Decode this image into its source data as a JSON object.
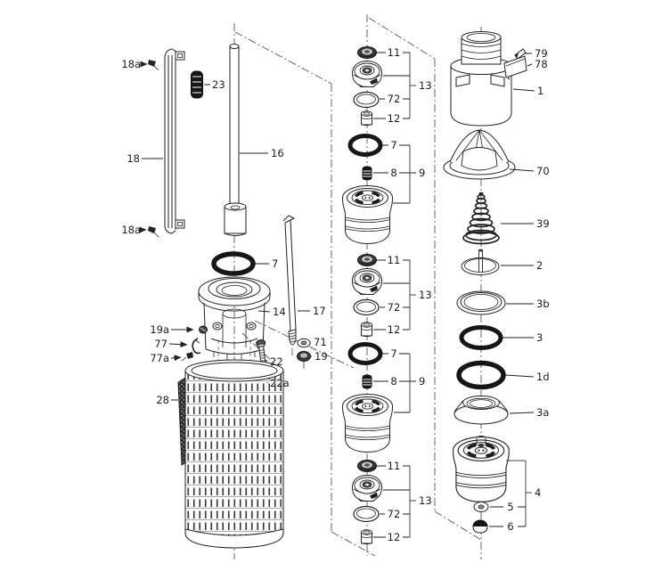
{
  "diagram": {
    "type": "exploded-parts-diagram",
    "subject": "submersible pump exploded parts view",
    "background": "#ffffff",
    "line_color": "#222222",
    "labels": {
      "18a_top": "18a",
      "23": "23",
      "18": "18",
      "18a_bot": "18a",
      "16": "16",
      "7_left": "7",
      "14": "14",
      "17": "17",
      "19a": "19a",
      "77": "77",
      "77a": "77a",
      "71": "71",
      "19": "19",
      "22": "22",
      "22a": "22a",
      "28": "28",
      "g1_11": "11",
      "g1_13": "13",
      "g1_72": "72",
      "g1_12": "12",
      "g1_7": "7",
      "g1_8": "8",
      "g1_9": "9",
      "g2_11": "11",
      "g2_13": "13",
      "g2_72": "72",
      "g2_12": "12",
      "g2_7": "7",
      "g2_8": "8",
      "g2_9": "9",
      "g3_11": "11",
      "g3_13": "13",
      "g3_72": "72",
      "g3_12": "12",
      "79": "79",
      "78": "78",
      "1": "1",
      "70": "70",
      "39": "39",
      "2": "2",
      "3b": "3b",
      "3": "3",
      "1d": "1d",
      "3a": "3a",
      "4": "4",
      "5": "5",
      "6": "6"
    }
  }
}
